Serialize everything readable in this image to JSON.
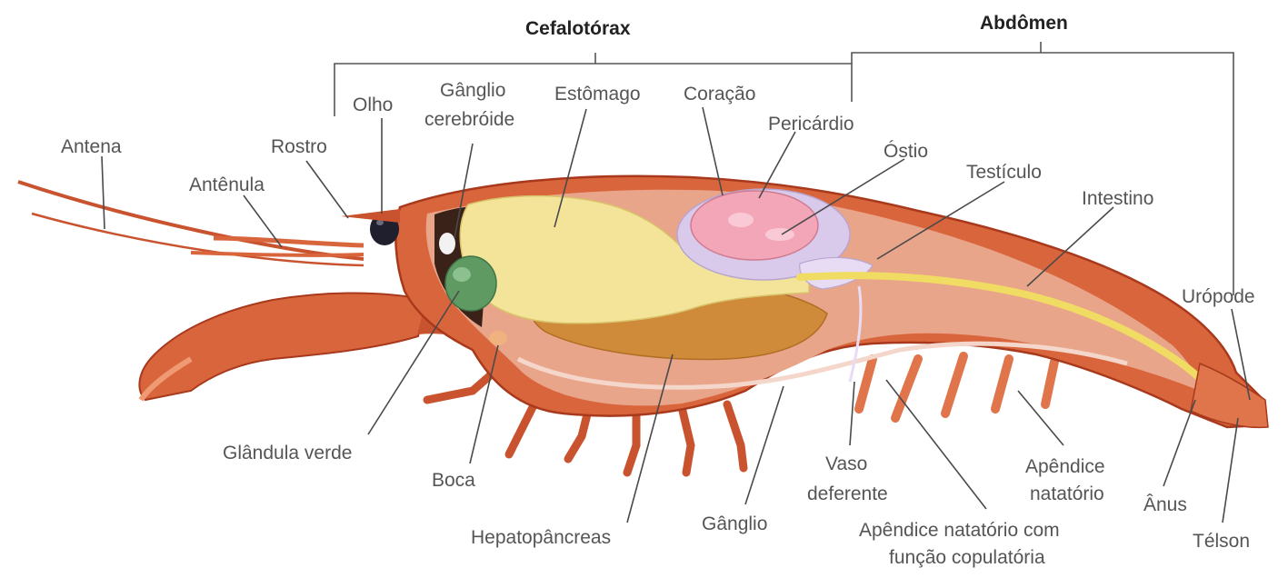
{
  "headers": {
    "cephalothorax": "Cefalotórax",
    "abdomen": "Abdômen"
  },
  "labels": {
    "antena": "Antena",
    "antenula": "Antênula",
    "rostro": "Rostro",
    "olho": "Olho",
    "ganglio_cerebroide_1": "Gânglio",
    "ganglio_cerebroide_2": "cerebróide",
    "estomago": "Estômago",
    "coracao": "Coração",
    "pericardio": "Pericárdio",
    "ostio": "Óstio",
    "testiculo": "Testículo",
    "intestino": "Intestino",
    "uropode": "Urópode",
    "glandula_verde": "Glândula verde",
    "boca": "Boca",
    "hepatopancreas": "Hepatopâncreas",
    "ganglio": "Gânglio",
    "vaso_deferente_1": "Vaso",
    "vaso_deferente_2": "deferente",
    "apendice_copulatorio_1": "Apêndice natatório com",
    "apendice_copulatorio_2": "função copulatória",
    "apendice_natatorio_1": "Apêndice",
    "apendice_natatorio_2": "natatório",
    "anus": "Ânus",
    "telson": "Télson"
  },
  "colors": {
    "shell": "#d9653c",
    "shell_dark": "#a8391c",
    "shell_light": "#ef9a72",
    "tissue": "#e9a58a",
    "stomach": "#f4e49a",
    "hepatopancreas": "#cf8a3a",
    "heart": "#f3a6b8",
    "pericardium": "#d9c9ea",
    "intestine": "#f1dc63",
    "eye": "#1f1f2e",
    "green_gland": "#5e9a62",
    "leader": "#4a4a4a"
  }
}
